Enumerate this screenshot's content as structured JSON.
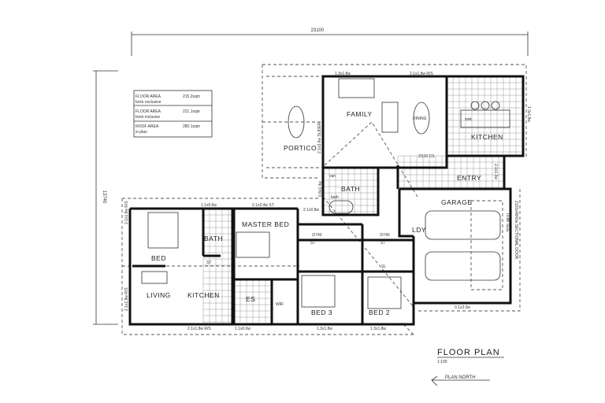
{
  "dimensions": {
    "overall_width": "23100",
    "overall_depth": "13740"
  },
  "area_table": [
    {
      "label": "FLOOR AREA",
      "sub": "brick exclusive",
      "value": "215.2sqm"
    },
    {
      "label": "FLOOR AREA",
      "sub": "brick inclusive",
      "value": "221.1sqm"
    },
    {
      "label": "ROOF AREA",
      "sub": "in plan",
      "value": "280.1sqm"
    }
  ],
  "rooms": {
    "portico": "PORTICO",
    "family": "FAMILY",
    "dining": "DINING",
    "kitchen_main": "KITCHEN",
    "entry": "ENTRY",
    "bath_main": "BATH",
    "garage": "GARAGE",
    "laundry": "LDY",
    "master_bed": "MASTER BED",
    "bed_left": "BED",
    "bath_left": "BATH",
    "living": "LIVING",
    "kitchen_left": "KITCHEN",
    "ensuite": "ES",
    "wir": "WIR",
    "bed3": "BED 3",
    "bed2": "BED 2"
  },
  "annotations": {
    "win_family_top_1": "1.3x1.8w",
    "win_family_top_2": "2.1x1.8w R/S",
    "slider": "2.1x3.6w SLIDER",
    "kitchen_side": "1.3x1.8w",
    "cs": "2/110 CS",
    "entry_win": "2.1x1.3w",
    "bath_win": "0.8x1.4w",
    "bath_top_left": "1.1x0.6w",
    "master_top": "2.1x2.4w ST",
    "master_side": "2.1x0.8w",
    "bed_left_win": "2.1x1.8w R/S",
    "living_win": "2.1x1.8w R/S",
    "kitchen_bottom": "2.1x1.8w R/S",
    "es_win": "1.1x0.6w",
    "bed3_win": "1.3x1.8w",
    "bed2_win": "1.3x1.8w",
    "garage_win": "0.1x2.0w",
    "garage_door": "2120x4840w SECTIONAL DOOR",
    "trim": "TRIM SIZE",
    "st": "ST",
    "st_2740": "2/740",
    "sl": "SL",
    "van": "van",
    "bath_tub": "bath",
    "sink": "sink"
  },
  "title": {
    "main": "FLOOR PLAN",
    "scale": "1:100",
    "north": "PLAN NORTH"
  }
}
